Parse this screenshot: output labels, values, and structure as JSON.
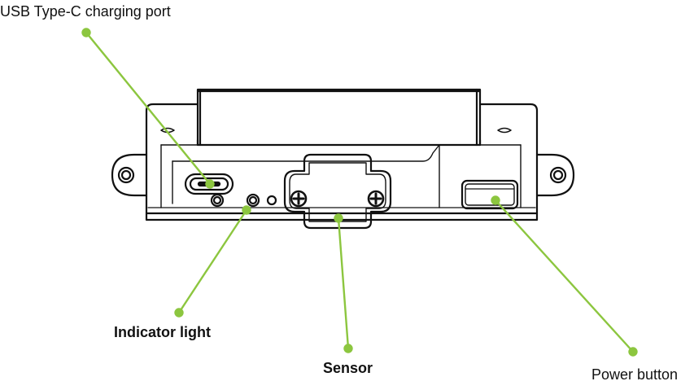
{
  "callouts": [
    {
      "id": "usb-port",
      "text": "USB Type-C charging port",
      "weight": "normal"
    },
    {
      "id": "indicator-light",
      "text": "Indicator light",
      "weight": "bold"
    },
    {
      "id": "sensor",
      "text": "Sensor",
      "weight": "bold"
    },
    {
      "id": "power-button",
      "text": "Power button",
      "weight": "normal"
    }
  ],
  "colors": {
    "leader_line": "#8cc63f",
    "outline": "#111111",
    "text": "#111111",
    "background": "#ffffff"
  }
}
